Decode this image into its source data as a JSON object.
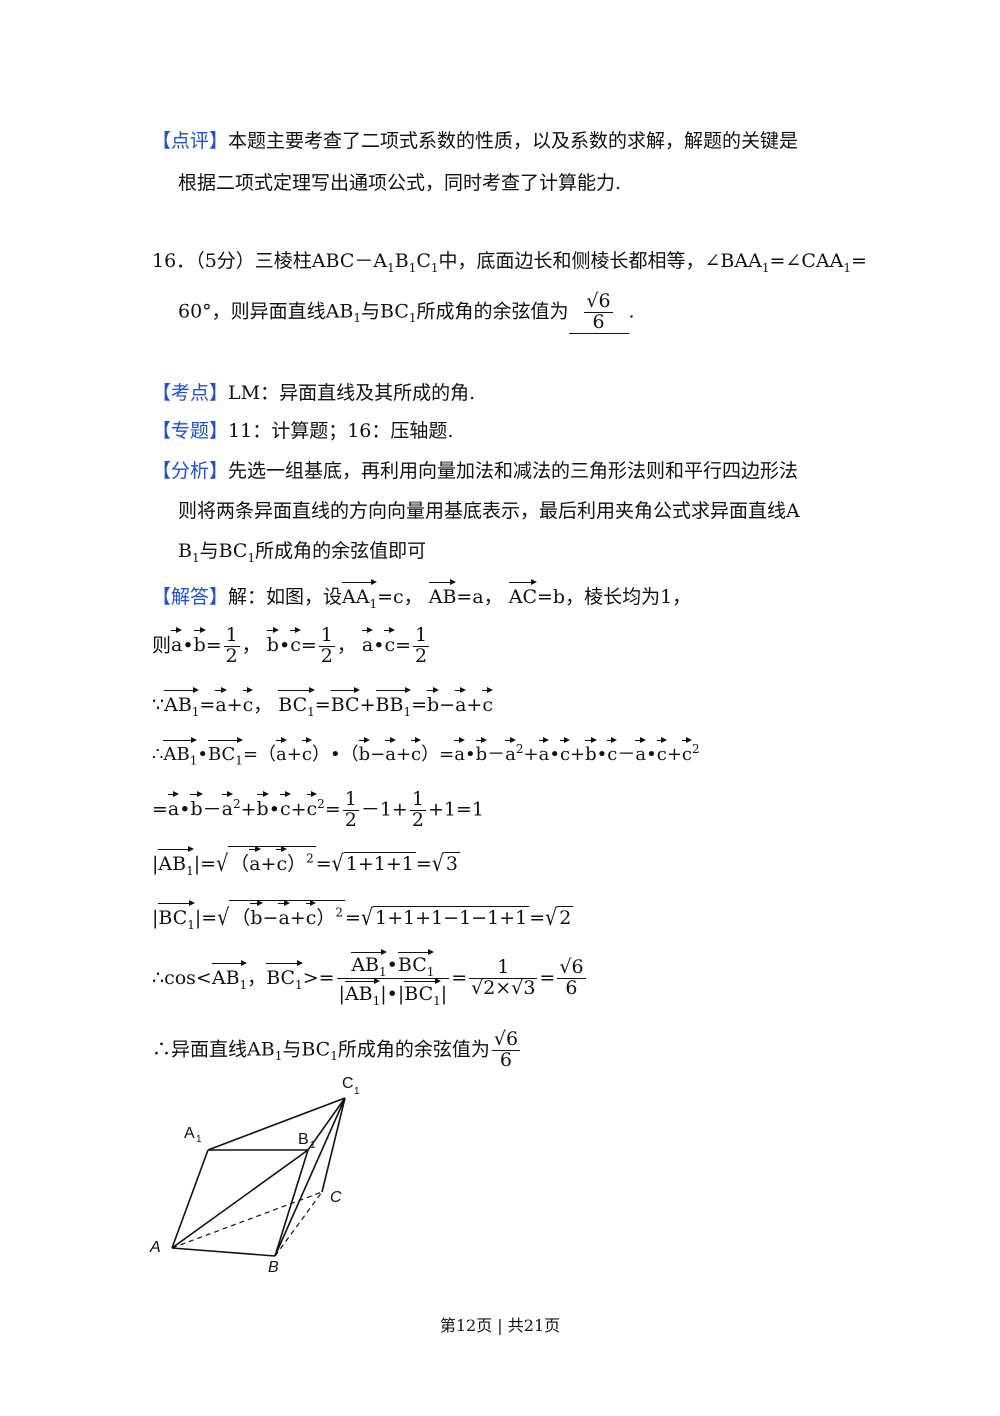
{
  "comment": {
    "tag": "【点评】",
    "line1": "本题主要考查了二项式系数的性质，以及系数的求解，解题的关键是",
    "line2": "根据二项式定理写出通项公式，同时考查了计算能力."
  },
  "problem": {
    "number": "16．",
    "score": "（5分）",
    "text1a": "三棱柱ABC－A",
    "text1b": "B",
    "text1c": "C",
    "text1d": "中，底面边长和侧棱长都相等，∠BAA",
    "text1e": "=∠CAA",
    "text1f": "=",
    "text2a": "60°，则异面直线AB",
    "text2b": "与BC",
    "text2c": "所成角的余弦值为",
    "answer_num": "√6",
    "answer_den": "6",
    "end": "."
  },
  "kaodian": {
    "tag": "【考点】",
    "text": "LM：异面直线及其所成的角."
  },
  "zhuanti": {
    "tag": "【专题】",
    "text": "11：计算题；16：压轴题."
  },
  "fenxi": {
    "tag": "【分析】",
    "line1": "先选一组基底，再利用向量加法和减法的三角形法则和平行四边形法",
    "line2": "则将两条异面直线的方向向量用基底表示，最后利用夹角公式求异面直线A",
    "line3a": "B",
    "line3b": "与BC",
    "line3c": "所成角的余弦值即可"
  },
  "jieda": {
    "tag": "【解答】",
    "intro": "解：如图，设",
    "aa1": "AA",
    "eq_c": "=c，",
    "ab": "AB",
    "eq_a": "=a，",
    "ac": "AC",
    "eq_b": "=b，棱长均为1，"
  },
  "sub1": "1",
  "footer": "第12页 | 共21页",
  "figure": {
    "A": "A",
    "B": "B",
    "C": "C",
    "A1": "A",
    "B1": "B",
    "C1": "C",
    "sub": "1"
  }
}
